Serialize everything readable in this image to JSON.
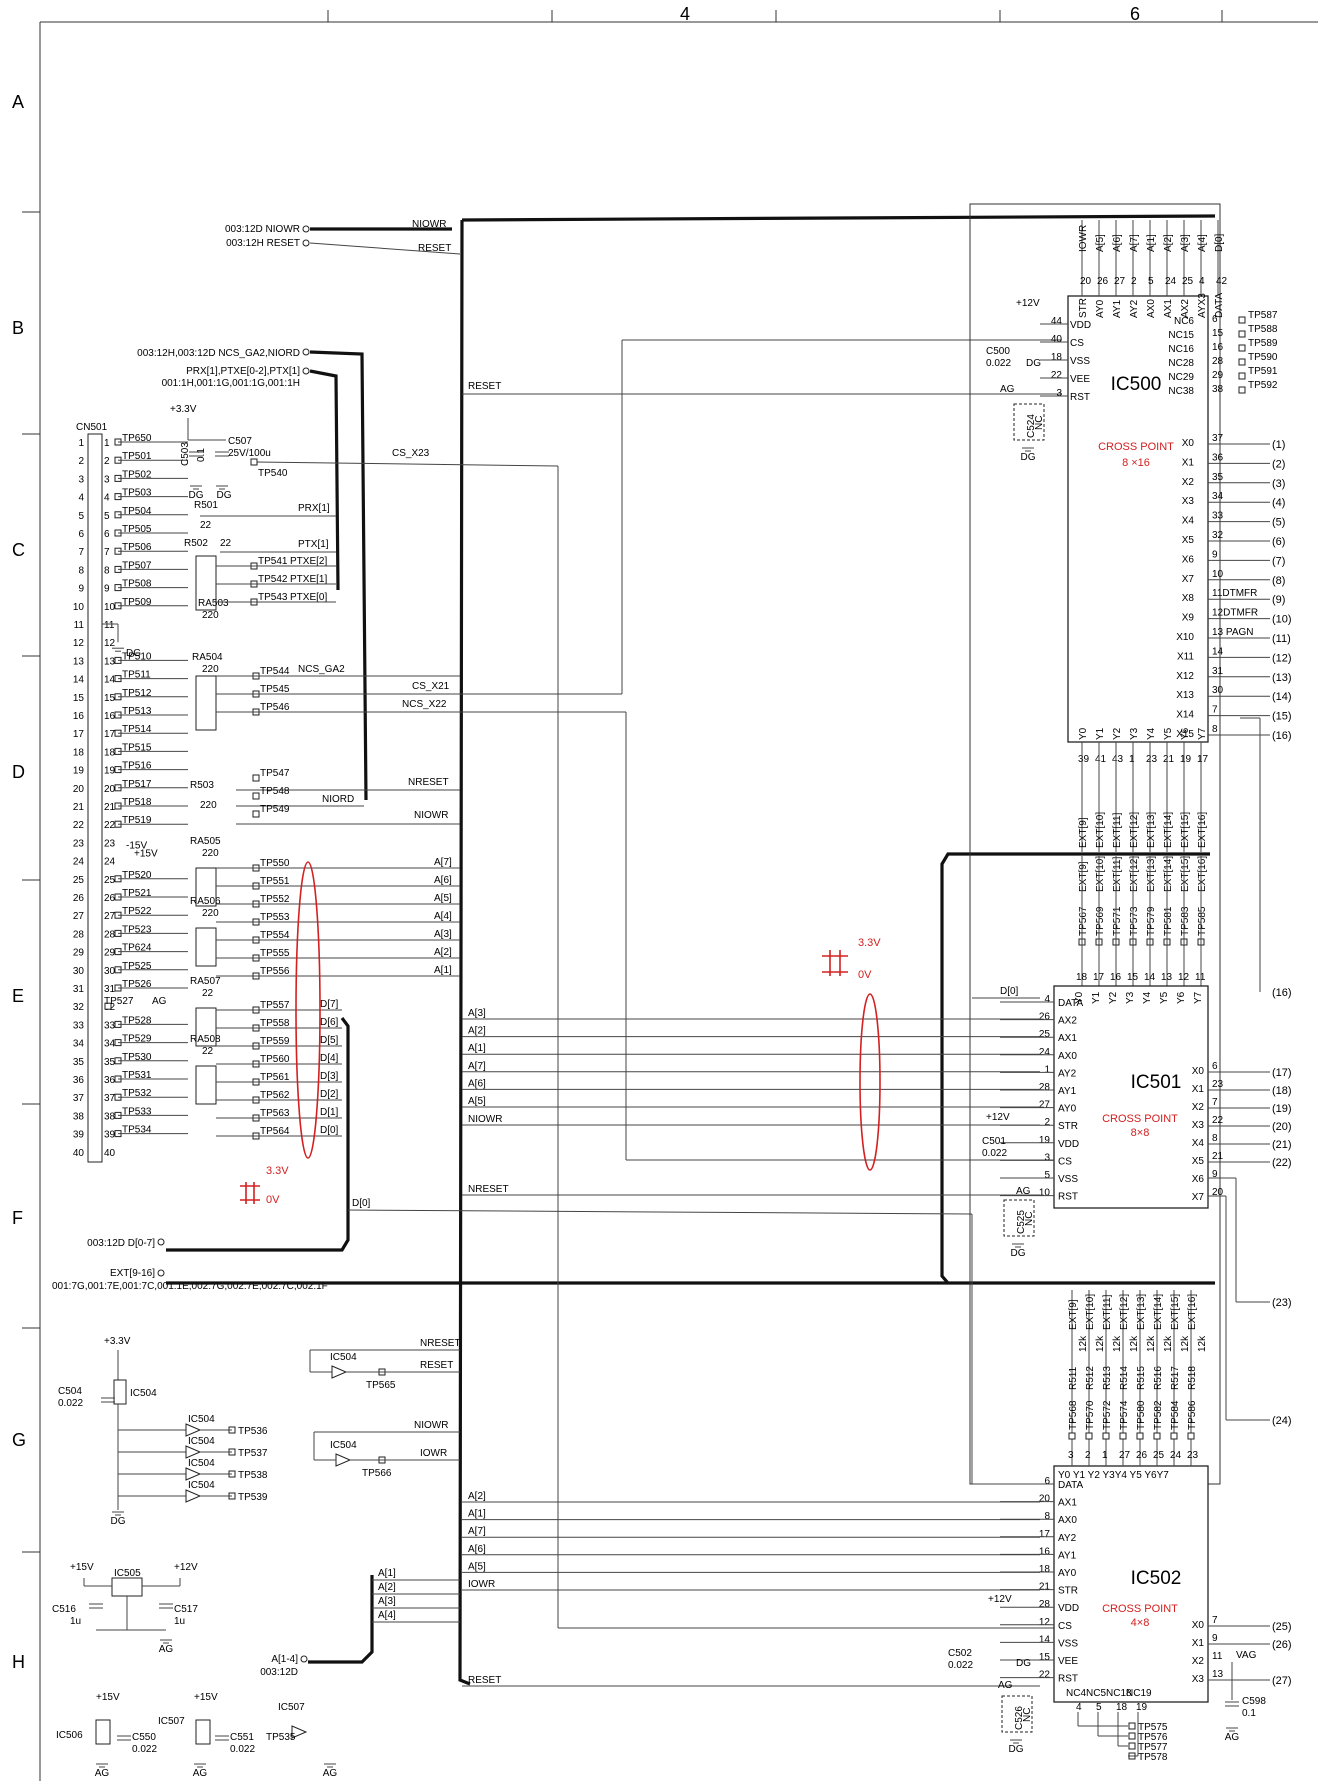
{
  "colors": {
    "annotation": "#d42020",
    "ink": "#222222",
    "bus": "#111111"
  },
  "frame": {
    "cols": [
      "4",
      "6"
    ],
    "rows": [
      "A",
      "B",
      "C",
      "D",
      "E",
      "F",
      "G",
      "H"
    ]
  },
  "offsheet": {
    "niowr": "003:12D NIOWR",
    "reset": "003:12H RESET",
    "ncs": "003:12H,003:12D NCS_GA2,NIORD",
    "prx1": "PRX[1],PTXE[0-2],PTX[1]",
    "prx2": "001:1H,001:1G,001:1G,001:1H",
    "data": "003:12D D[0-7]",
    "ext1": "EXT[9-16]",
    "ext2": "001:7G,001:7E,001:7C,001:1E,002:7G,002:7E,002:7C,002:1F",
    "addr1": "A[1-4]",
    "addr2": "003:12D"
  },
  "connector": {
    "name": "CN501",
    "tps": [
      "TP650",
      "TP501",
      "TP502",
      "TP503",
      "TP504",
      "TP505",
      "TP506",
      "TP507",
      "TP508",
      "TP509",
      "",
      "",
      "TP510",
      "TP511",
      "TP512",
      "TP513",
      "TP514",
      "TP515",
      "TP516",
      "TP517",
      "TP518",
      "TP519",
      "",
      "",
      "TP520",
      "TP521",
      "TP522",
      "TP523",
      "TP624",
      "TP525",
      "TP526",
      "",
      "TP528",
      "TP529",
      "TP530",
      "TP531",
      "TP532",
      "TP533",
      "TP534",
      ""
    ]
  },
  "power": {
    "p33": "+3.3V",
    "p12": "+12V",
    "p15": "+15V",
    "m15": "-15V",
    "dg": "DG",
    "ag": "AG"
  },
  "parts": {
    "c507": "C507",
    "c507v": "25V/100u",
    "c503": "C503",
    "c503v": "0.1",
    "r501": "R501",
    "r501v": "22",
    "r502": "R502",
    "r502v": "22",
    "ra503": "RA503",
    "ra503v": "220",
    "ra504": "RA504",
    "ra504v": "220",
    "r503": "R503",
    "r503v": "220",
    "ra505": "RA505",
    "ra505v": "220",
    "ra506": "RA506",
    "ra506v": "220",
    "ra507": "RA507",
    "ra507v": "22",
    "ra508": "RA508",
    "ra508v": "22",
    "tp527": "TP527",
    "c504": "C504",
    "c504v": "0.022",
    "ic504": "IC504",
    "ic505": "IC505",
    "c516": "C516",
    "c516v": "1u",
    "c517": "C517",
    "c517v": "1u",
    "ic506": "IC506",
    "ic507": "IC507",
    "c550": "C550",
    "c550v": "0.022",
    "c551": "C551",
    "c551v": "0.022",
    "tp535": "TP535",
    "tp565": "TP565",
    "tp566": "TP566",
    "tp536": "TP536",
    "tp537": "TP537",
    "tp538": "TP538",
    "tp539": "TP539",
    "c500": "C500",
    "c500v": "0.022",
    "c501": "C501",
    "c501v": "0.022",
    "c502": "C502",
    "c502v": "0.022",
    "c524": "C524",
    "c525": "C525",
    "c526": "C526",
    "nc": "NC",
    "c598": "C598",
    "c598v": "0.1",
    "vag": "VAG"
  },
  "nets": {
    "niowr": "NIOWR",
    "reset": "RESET",
    "cs_x23": "CS_X23",
    "prx1": "PRX[1]",
    "ptx1": "PTX[1]",
    "ptxe2": "PTXE[2]",
    "ptxe1": "PTXE[1]",
    "ptxe0": "PTXE[0]",
    "ncs_ga2": "NCS_GA2",
    "cs_x21": "CS_X21",
    "ncs_x22": "NCS_X22",
    "nreset": "NRESET",
    "niord": "NIORD",
    "iowr": "IOWR",
    "d0": "D[0]",
    "a_bus": [
      "A[7]",
      "A[6]",
      "A[5]",
      "A[4]",
      "A[3]",
      "A[2]",
      "A[1]"
    ],
    "d_bus": [
      "D[7]",
      "D[6]",
      "D[5]",
      "D[4]",
      "D[3]",
      "D[2]",
      "D[1]",
      "D[0]"
    ],
    "ic501_a": [
      "A[3]",
      "A[2]",
      "A[1]",
      "A[7]",
      "A[6]",
      "A[5]"
    ],
    "ic502_a": [
      "A[2]",
      "A[1]",
      "A[7]",
      "A[6]",
      "A[5]"
    ],
    "h_a": [
      "A[1]",
      "A[2]",
      "A[3]",
      "A[4]"
    ],
    "tps_a": [
      "TP550",
      "TP551",
      "TP552",
      "TP553",
      "TP554",
      "TP555",
      "TP556"
    ],
    "tps_d": [
      "TP557",
      "TP558",
      "TP559",
      "TP560",
      "TP561",
      "TP562",
      "TP563",
      "TP564"
    ],
    "tps_c": [
      "TP540",
      "TP541",
      "TP542",
      "TP543",
      "TP544",
      "TP545",
      "TP546",
      "TP547",
      "TP548",
      "TP549"
    ]
  },
  "level": {
    "v33": "3.3V",
    "v0": "0V"
  },
  "ic500": {
    "name": "IC500",
    "type": "CROSS POINT",
    "size": "8 ×16",
    "top_nets": [
      "IOWR",
      "A[5]",
      "A[6]",
      "A[7]",
      "A[1]",
      "A[2]",
      "A[3]",
      "A[4]",
      "D[0]"
    ],
    "top_pins": [
      "20",
      "26",
      "27",
      "2",
      "5",
      "24",
      "25",
      "4",
      "42"
    ],
    "top_names": [
      "STR",
      "AY0",
      "AY1",
      "AY2",
      "AX0",
      "AX1",
      "AX2",
      "AYX3",
      "DATA"
    ],
    "left": [
      "VDD",
      "CS",
      "VSS",
      "VEE",
      "RST"
    ],
    "left_pins": [
      "44",
      "40",
      "18",
      "22",
      "3"
    ],
    "nc": [
      "NC6",
      "NC15",
      "NC16",
      "NC28",
      "NC29",
      "NC38"
    ],
    "nc_pins": [
      "6",
      "15",
      "16",
      "28",
      "29",
      "38"
    ],
    "nc_tps": [
      "TP587",
      "TP588",
      "TP589",
      "TP590",
      "TP591",
      "TP592"
    ],
    "x": [
      "X0",
      "X1",
      "X2",
      "X3",
      "X4",
      "X5",
      "X6",
      "X7",
      "X8",
      "X9",
      "X10",
      "X11",
      "X12",
      "X13",
      "X14",
      "X15"
    ],
    "x_pins": [
      "37",
      "36",
      "35",
      "34",
      "33",
      "32",
      "9",
      "10",
      "11DTMFR",
      "12DTMFR",
      "13 PAGN",
      "14",
      "31",
      "30",
      "7",
      "8"
    ],
    "x_nets": [
      "(1)",
      "(2)",
      "(3)",
      "(4)",
      "(5)",
      "(6)",
      "(7)",
      "(8)",
      "(9)",
      "(10)",
      "(11)",
      "(12)",
      "(13)",
      "(14)",
      "(15)",
      "(16)"
    ],
    "y": [
      "Y0",
      "Y1",
      "Y2",
      "Y3",
      "Y4",
      "Y5",
      "Y6",
      "Y7"
    ],
    "y_pins": [
      "39",
      "41",
      "43",
      "1",
      "23",
      "21",
      "19",
      "17"
    ],
    "ext": [
      "EXT[9]",
      "EXT[10]",
      "EXT[11]",
      "EXT[12]",
      "EXT[13]",
      "EXT[14]",
      "EXT[15]",
      "EXT[16]"
    ],
    "ext_tps": [
      "TP567",
      "TP569",
      "TP571",
      "TP573",
      "TP579",
      "TP581",
      "TP583",
      "TP585"
    ]
  },
  "ic501": {
    "name": "IC501",
    "type": "CROSS POINT",
    "size": "8×8",
    "y_pins": [
      "18",
      "17",
      "16",
      "15",
      "14",
      "13",
      "12",
      "11"
    ],
    "left": [
      "DATA",
      "AX2",
      "AX1",
      "AX0",
      "AY2",
      "AY1",
      "AY0",
      "STR",
      "VDD",
      "CS",
      "VSS",
      "RST"
    ],
    "left_pins": [
      "4",
      "26",
      "25",
      "24",
      "1",
      "28",
      "27",
      "2",
      "19",
      "3",
      "5",
      "10"
    ],
    "x": [
      "X0",
      "X1",
      "X2",
      "X3",
      "X4",
      "X5",
      "X6",
      "X7"
    ],
    "x_pins": [
      "6",
      "23",
      "7",
      "22",
      "8",
      "21",
      "9",
      "20"
    ],
    "x_nets": [
      "(17)",
      "(18)",
      "(19)",
      "(20)",
      "(21)",
      "(22)",
      "",
      ""
    ],
    "out_nets": [
      "(23)",
      "(24)"
    ]
  },
  "ic502": {
    "name": "IC502",
    "type": "CROSS POINT",
    "size": "4×8",
    "r": [
      "R511",
      "R512",
      "R513",
      "R514",
      "R515",
      "R516",
      "R517",
      "R518"
    ],
    "r_val": "12k",
    "tps": [
      "TP568",
      "TP570",
      "TP572",
      "TP574",
      "TP580",
      "TP582",
      "TP584",
      "TP586"
    ],
    "y_pins": [
      "3",
      "2",
      "1",
      "27",
      "26",
      "25",
      "24",
      "23"
    ],
    "y_names": "Y0 Y1 Y2 Y3Y4 Y5 Y6Y7",
    "left": [
      "DATA",
      "AX1",
      "AX0",
      "AY2",
      "AY1",
      "AY0",
      "STR",
      "VDD",
      "CS",
      "VSS",
      "VEE",
      "RST"
    ],
    "left_pins": [
      "6",
      "20",
      "8",
      "17",
      "16",
      "18",
      "21",
      "28",
      "12",
      "14",
      "15",
      "22"
    ],
    "x": [
      "X0",
      "X1",
      "X2",
      "X3"
    ],
    "x_pins": [
      "7",
      "9",
      "11",
      "13"
    ],
    "x_nets": [
      "(25)",
      "(26)",
      "",
      "(27)"
    ],
    "nc": [
      "NC4",
      "NC5",
      "NC18",
      "NC19"
    ],
    "nc_pins": [
      "4",
      "5",
      "18",
      "19"
    ],
    "nc_tps": [
      "TP575",
      "TP576",
      "TP577",
      "TP578"
    ]
  }
}
